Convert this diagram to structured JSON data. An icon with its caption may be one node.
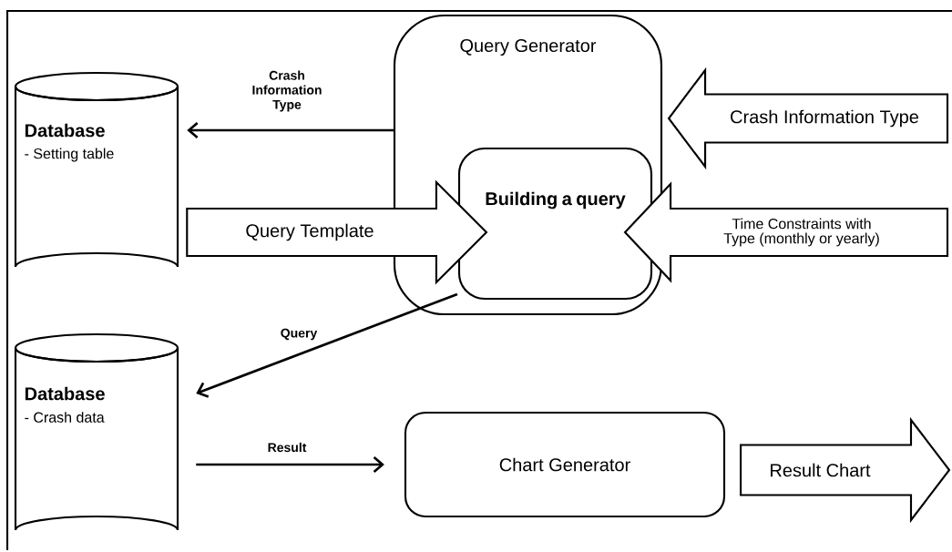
{
  "diagram": {
    "nodes": [
      {
        "text": [
          "Database",
          "- Setting table"
        ]
      },
      {
        "text": [
          "Query Generator"
        ]
      },
      {
        "text": [
          "Building a query"
        ],
        "in": 1
      },
      {
        "text": [
          "Database",
          "- Crash data"
        ]
      },
      {
        "text": [
          "Chart Generator"
        ]
      }
    ],
    "edges": [
      {
        "from": 0,
        "to": 2,
        "arrow": "to",
        "label": "Query Template",
        "style": "thick"
      },
      {
        "from": null,
        "to": 1,
        "arrow": "to",
        "label": "Crash Information Type",
        "style": "thick"
      },
      {
        "from": null,
        "to": 2,
        "arrow": "to",
        "label": "Time Constraints with Type (monthly or yearly)",
        "style": "thick"
      },
      {
        "from": 4,
        "to": null,
        "arrow": "to",
        "label": "Result Chart",
        "style": "thick"
      },
      {
        "from": 1,
        "to": 0,
        "arrow": "to",
        "label": "Crash Information Type"
      },
      {
        "from": 2,
        "to": 3,
        "arrow": "to",
        "label": "Query"
      },
      {
        "from": 3,
        "to": 4,
        "arrow": "to",
        "label": "Result"
      }
    ]
  }
}
